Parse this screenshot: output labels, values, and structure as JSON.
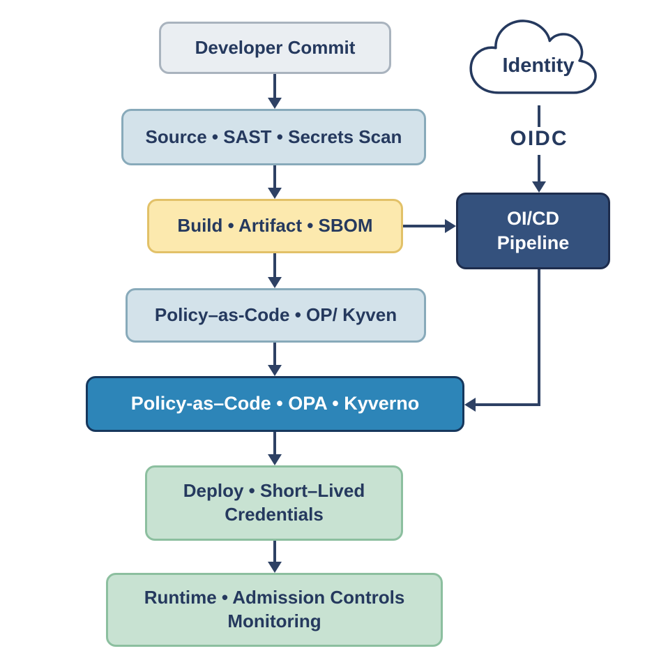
{
  "colors": {
    "bg": "#ffffff",
    "ink": "#25395e",
    "arrow": "#2e4164",
    "cloud_fill": "#ffffff"
  },
  "nodes": {
    "developer_commit": {
      "label": "Developer Commit",
      "fill": "#eaeef2",
      "border": "#a9b3be"
    },
    "identity": {
      "label": "Identity",
      "fill": "#ffffff",
      "border": "#25395e"
    },
    "oidc": {
      "label": "OIDC"
    },
    "source": {
      "label": "Source • SAST • Secrets Scan",
      "fill": "#d3e2ea",
      "border": "#88aaba"
    },
    "build": {
      "label": "Build • Artifact • SBOM",
      "fill": "#fce9ae",
      "border": "#e2c168"
    },
    "oicd_pipeline": {
      "label_line1": "OI/CD",
      "label_line2": "Pipeline",
      "fill": "#34517d",
      "border": "#1e2d4d",
      "text_color": "#ffffff"
    },
    "policy_light": {
      "label": "Policy–as-Code • OP/ Kyven",
      "fill": "#d3e2ea",
      "border": "#88aaba"
    },
    "policy_blue": {
      "label": "Policy-as–Code • OPA • Kyverno",
      "fill": "#2d85b8",
      "border": "#16375c",
      "text_color": "#ffffff"
    },
    "deploy": {
      "label": "Deploy • Short–Lived Credentials",
      "fill": "#c8e2d2",
      "border": "#8cbf9f"
    },
    "runtime": {
      "label": "Runtime • Admission Controls Monitoring",
      "fill": "#c8e2d2",
      "border": "#8cbf9f"
    }
  }
}
